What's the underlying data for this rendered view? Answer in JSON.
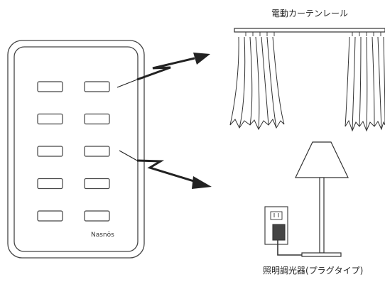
{
  "labels": {
    "curtain": "電動カーテンレール",
    "lamp": "照明調光器(プラグタイプ)"
  },
  "remote": {
    "brand": "Nasnōs",
    "button_rows": 5,
    "button_columns": 2
  },
  "colors": {
    "line": "#333333",
    "background": "#ffffff"
  }
}
